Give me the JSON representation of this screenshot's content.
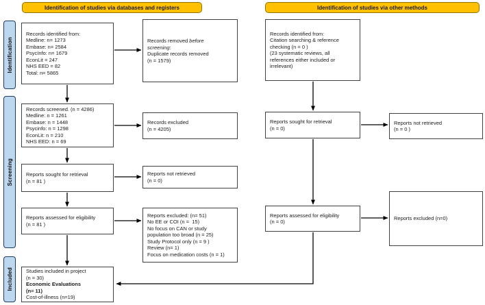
{
  "headers": {
    "databases_registers": "Identification of studies via databases and registers",
    "other_methods": "Identification of studies via other methods"
  },
  "stages": {
    "identification": "Identification",
    "screening": "Screening",
    "included": "Included"
  },
  "boxes": {
    "records_identified_db": {
      "lines": [
        "Records identified from:",
        "Medline: n= 1273",
        "Embase: n= 2584",
        "PsycInfo: n= 1679",
        "EconLit = 247",
        "NHS EED = 82",
        "Total: n= 5865"
      ]
    },
    "records_removed": {
      "pre": "Records removed ",
      "italic1": "before",
      "italic2": "screening",
      "post": ":",
      "lines": [
        "Duplicate records removed",
        "(n = 1579)"
      ]
    },
    "records_screened": {
      "lines": [
        "Records screened. (n = 4286)",
        "Medline: n = 1261",
        "Embase: n = 1448",
        "Psycinfo: n = 1298",
        "EconLit: n = 210",
        "NHS EED: n = 69"
      ]
    },
    "records_excluded": {
      "lines": [
        "Records excluded",
        "(n = 4205)"
      ]
    },
    "reports_sought_db": {
      "lines": [
        "Reports sought for retrieval",
        "(n = 81 )"
      ]
    },
    "reports_not_retrieved_db": {
      "lines": [
        "Reports not retrieved",
        "(n = 0)"
      ]
    },
    "reports_assessed_db": {
      "lines": [
        "Reports assessed for eligibility",
        "(n = 81 )"
      ]
    },
    "reports_excluded_db": {
      "lines": [
        "Reports excluded: (n= 51)",
        "No EE or COI (n =  15)",
        "No focus on CAN or study",
        "population too broad (n = 25)",
        "Study Protocol only (n = 9 )",
        "Review (n= 1)",
        "Focus on medication costs (n = 1)"
      ]
    },
    "studies_included": {
      "lines": [
        "Studies included in project",
        "(n = 30)",
        "Economic Evaluations",
        "(n= 11)",
        "Cost-of-illness (n=19)"
      ]
    },
    "records_identified_other": {
      "lines": [
        "Records identified from:",
        "Citation searching & reference",
        "checking (n = 0 )",
        "(23 systematic reviews, all",
        "references either included or",
        "irrelevant)"
      ]
    },
    "reports_sought_other": {
      "lines": [
        "Reports sought for retrieval",
        "(n = 0)"
      ]
    },
    "reports_not_retrieved_other": {
      "lines": [
        "Reports not retrieved",
        "(n = 0 )"
      ]
    },
    "reports_assessed_other": {
      "lines": [
        "Reports assessed for eligibility",
        "(n = 0)"
      ]
    },
    "reports_excluded_other": {
      "lines": [
        "Reports excluded (n=0)"
      ]
    }
  },
  "colors": {
    "header_fill": "#FFC000",
    "header_border": "#8f7300",
    "stage_fill": "#BDD7EE",
    "stage_border": "#1f3864",
    "box_border": "#3f3f3f",
    "arrow": "#000000"
  }
}
